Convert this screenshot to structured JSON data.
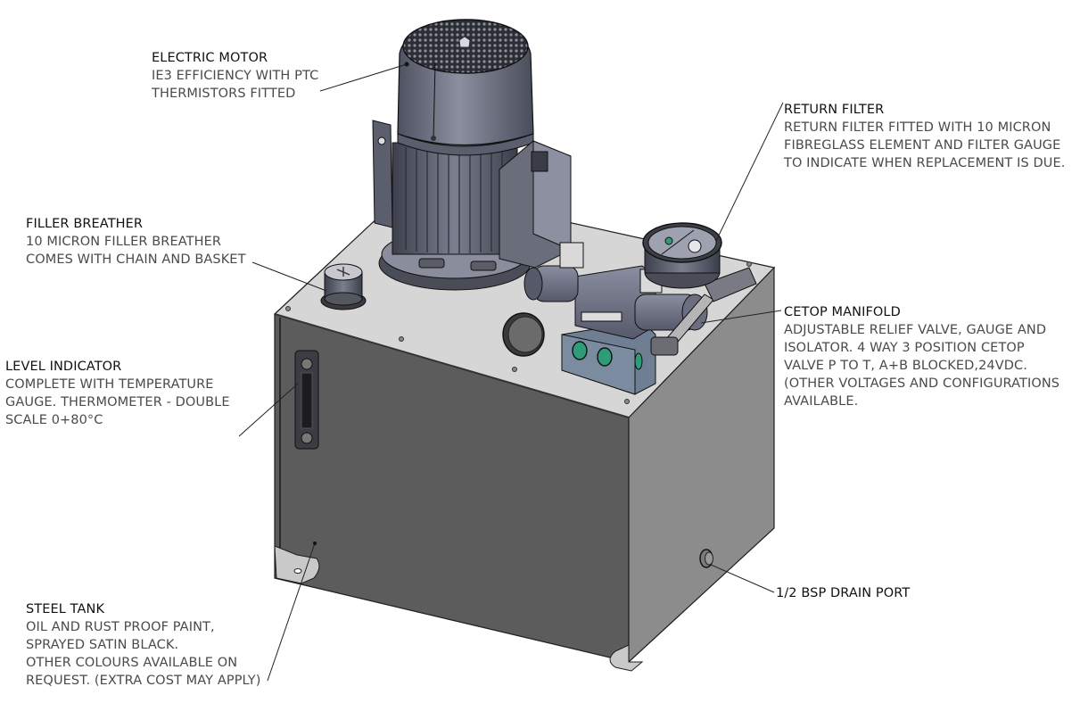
{
  "diagram": {
    "subject": "Hydraulic power unit",
    "colors": {
      "tank_front": "#5c5c5c",
      "tank_side": "#8a8a8a",
      "tank_top": "#d4d4d4",
      "motor": "#6a6d7a",
      "manifold": "#6f7e92",
      "port_glass": "#2e9c77"
    }
  },
  "callouts": {
    "electric_motor": {
      "title": "ELECTRIC MOTOR",
      "lines": [
        "IE3 EFFICIENCY WITH PTC",
        "THERMISTORS FITTED"
      ]
    },
    "return_filter": {
      "title": "RETURN FILTER",
      "lines": [
        "RETURN FILTER FITTED WITH 10 MICRON",
        "FIBREGLASS ELEMENT AND FILTER GAUGE",
        "TO INDICATE WHEN REPLACEMENT IS DUE."
      ]
    },
    "filler_breather": {
      "title": "FILLER BREATHER",
      "lines": [
        "10 MICRON FILLER BREATHER",
        "COMES WITH CHAIN AND BASKET"
      ]
    },
    "level_indicator": {
      "title": "LEVEL INDICATOR",
      "lines": [
        "COMPLETE WITH TEMPERATURE",
        "GAUGE. THERMOMETER - DOUBLE",
        "SCALE 0+80°C"
      ]
    },
    "cetop_manifold": {
      "title": "CETOP MANIFOLD",
      "lines": [
        "ADJUSTABLE RELIEF VALVE, GAUGE AND",
        "ISOLATOR. 4 WAY 3 POSITION CETOP",
        "VALVE P TO T, A+B BLOCKED,24VDC.",
        "(OTHER VOLTAGES AND CONFIGURATIONS",
        "AVAILABLE."
      ]
    },
    "steel_tank": {
      "title": "STEEL TANK",
      "lines": [
        "OIL AND RUST PROOF PAINT,",
        "SPRAYED SATIN BLACK.",
        "OTHER COLOURS AVAILABLE ON",
        "REQUEST. (EXTRA COST MAY APPLY)"
      ]
    },
    "drain_port": {
      "title": "1/2 BSP DRAIN PORT"
    }
  }
}
